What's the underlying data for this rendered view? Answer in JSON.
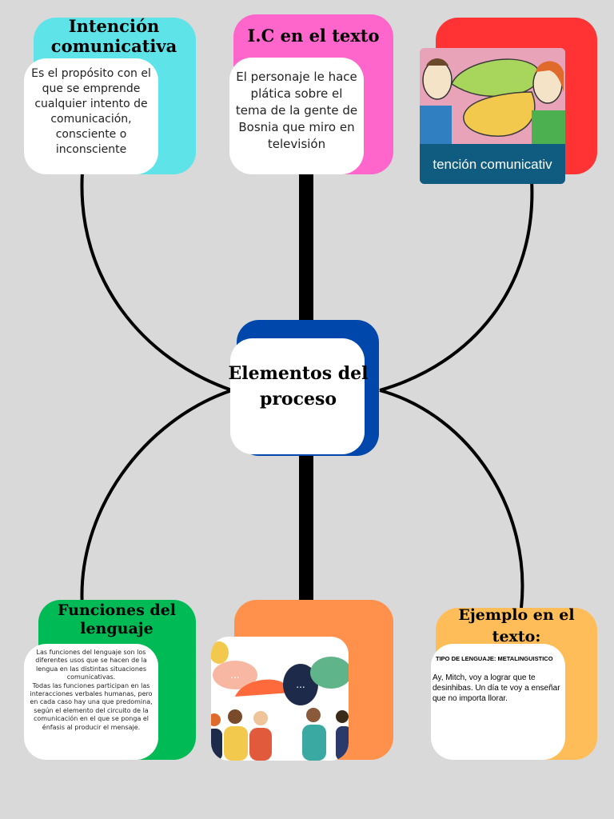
{
  "colors": {
    "background": "#d9d9d9",
    "cyan": "#5ee3e8",
    "pink": "#ff66cc",
    "red": "#ff3333",
    "blue": "#0047ab",
    "green": "#00bb55",
    "orange": "#ff914d",
    "light_orange": "#ffbd59",
    "banner": "#0f5c80"
  },
  "center": {
    "title": "Elementos del proceso"
  },
  "intencion": {
    "title": "Intención comunicativa",
    "body": "Es el propósito con el que se emprende cualquier intento de comunicación, consciente o inconsciente"
  },
  "ic_texto": {
    "title": "I.C en el texto",
    "body": "El personaje le hace plática sobre el tema de la gente de Bosnia que miro en televisión"
  },
  "image_card": {
    "banner": "tención comunicativ"
  },
  "funciones": {
    "title": "Funciones del lenguaje",
    "body_p1": "Las funciones del lenguaje son los diferentes usos que se hacen de la lengua en las distintas situaciones comunicativas.",
    "body_p2": "Todas las funciones participan en las interacciones verbales humanas, pero en cada caso hay una que predomina, según el elemento del circuito de la comunicación en el que se ponga el énfasis al producir el mensaje."
  },
  "people_card": {
    "bubble_1": "...",
    "bubble_2": "..."
  },
  "ejemplo": {
    "title": "Ejemplo en el texto:",
    "label": "TIPO DE LENGUAJE: METALINGUISTICO",
    "body": "Ay, Mitch, voy a lograr que te desinhibas. Un día te voy a enseñar que no importa llorar."
  }
}
